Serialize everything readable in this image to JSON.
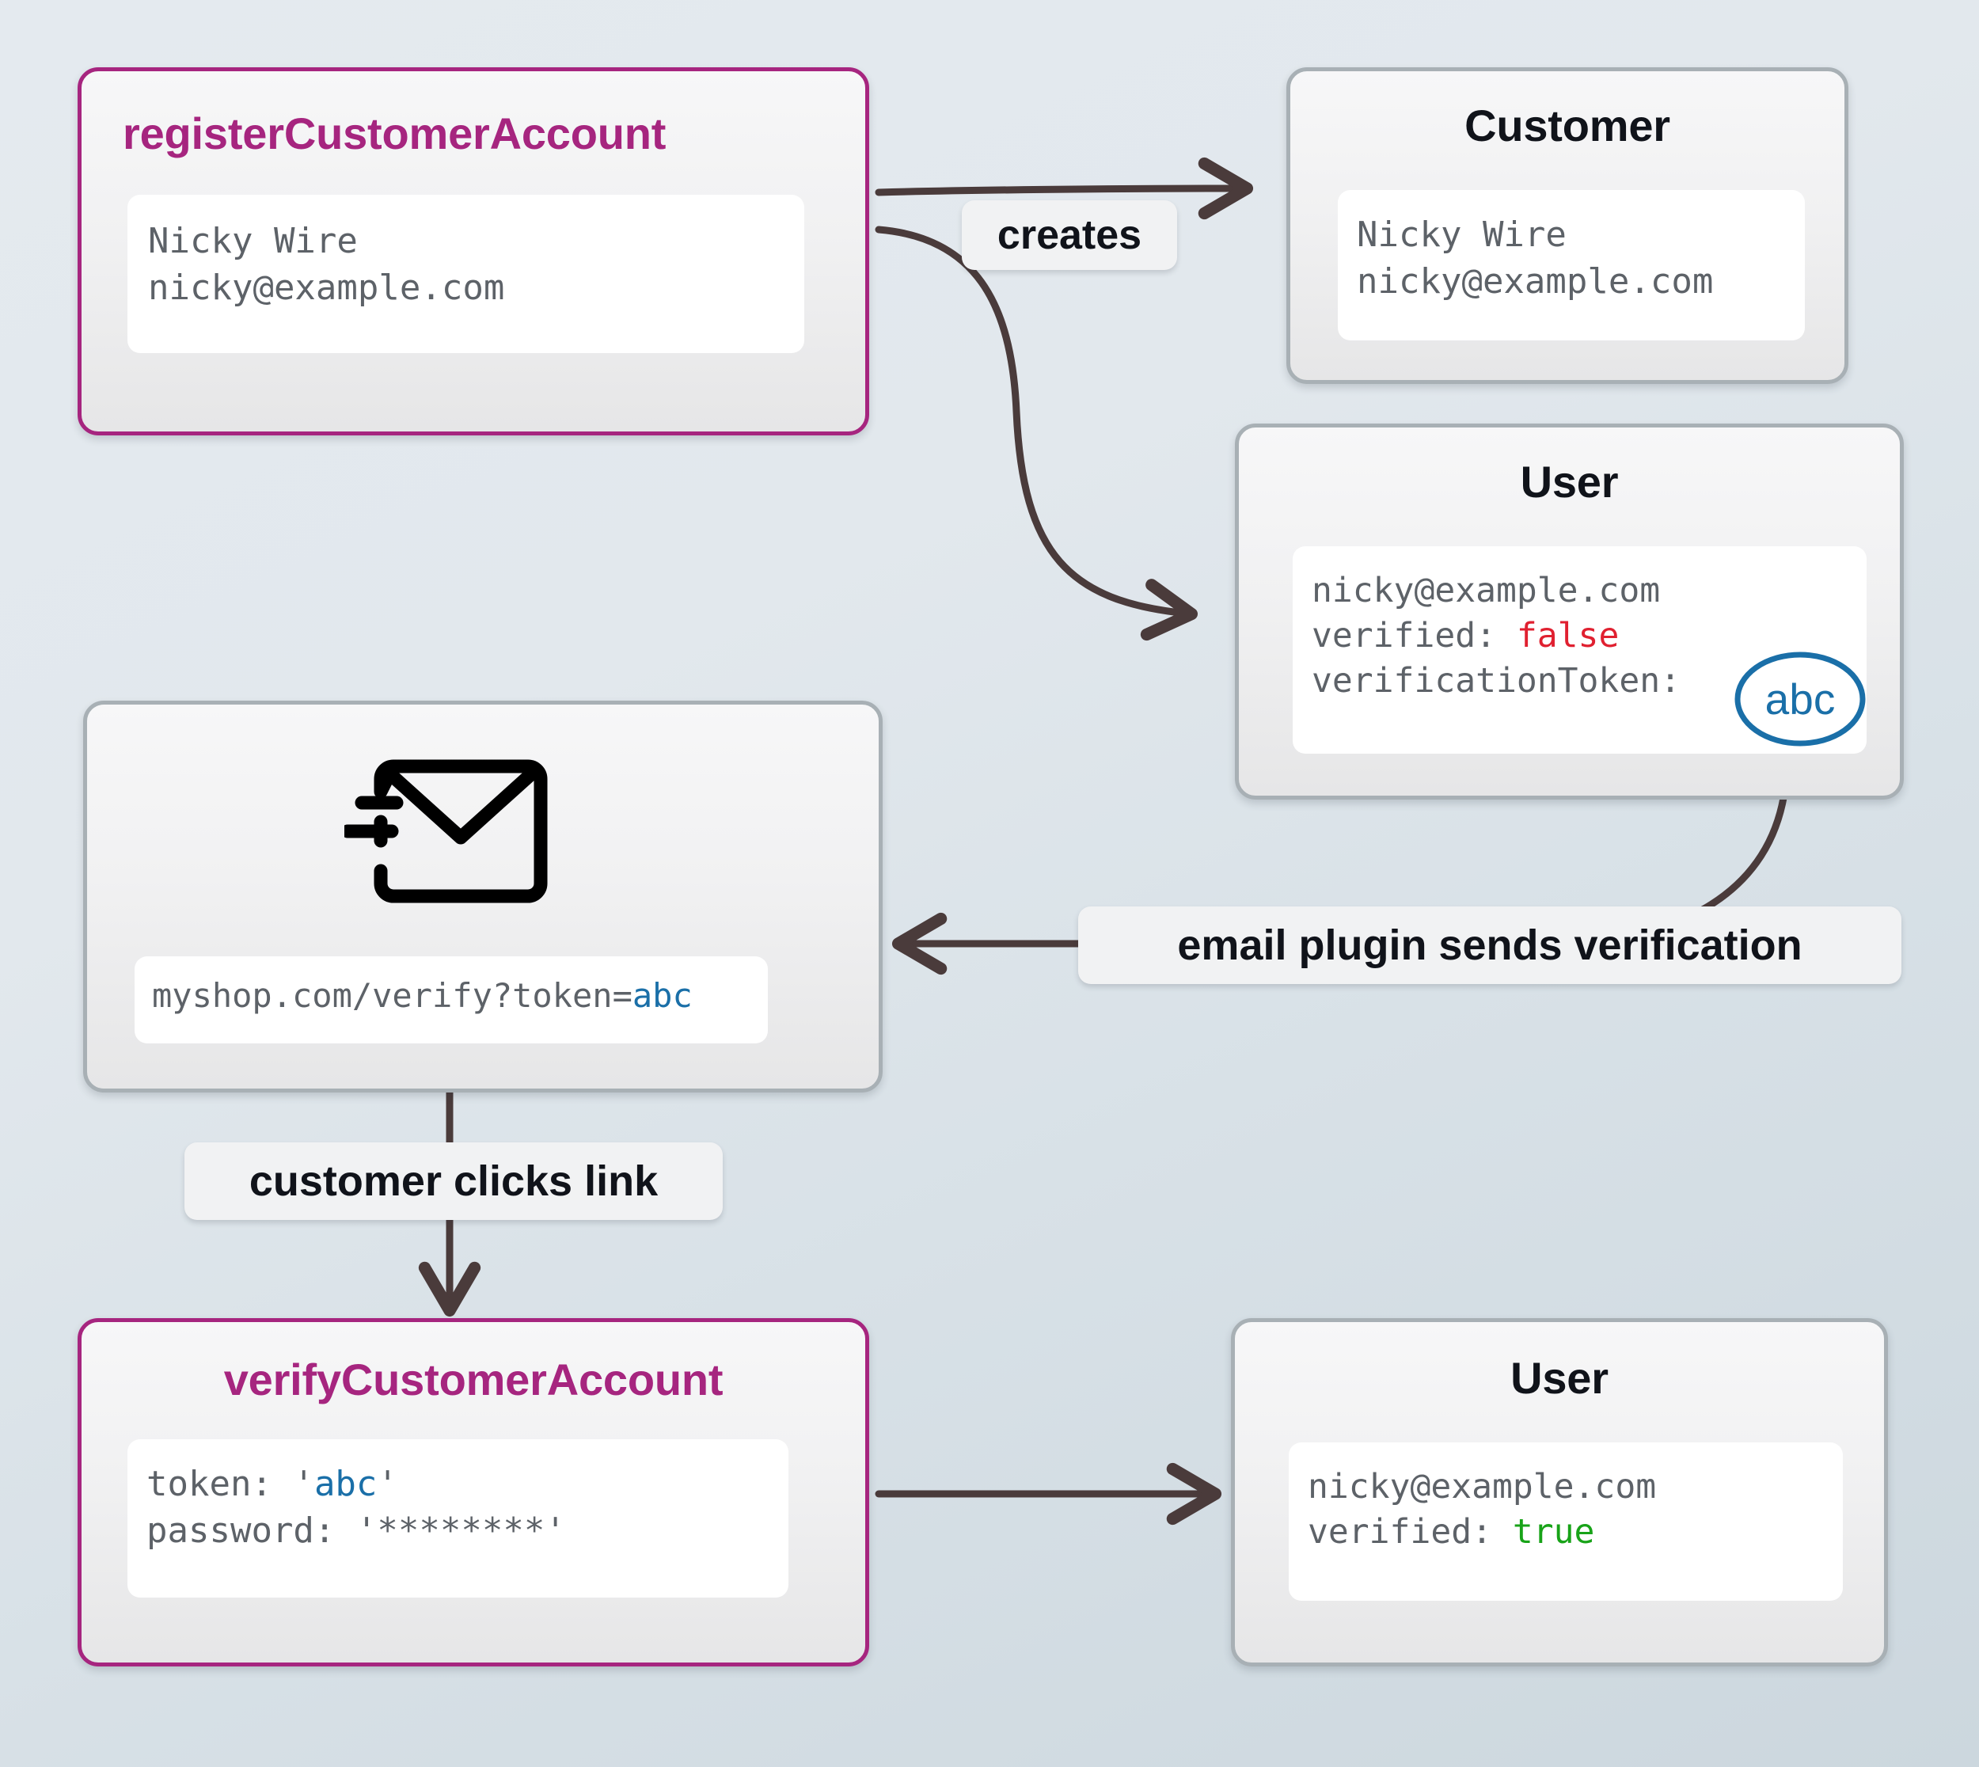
{
  "diagram": {
    "title": "customer account registration and email verification flow",
    "background": {
      "from": "#e4eaef",
      "to": "#ccd7de"
    },
    "colors": {
      "accent_plum": "#a6257f",
      "card_border_gray": "#a8b0b5",
      "edge": "#4a3b3b",
      "token_blue": "#1a6fa8",
      "false_red": "#e02030",
      "true_green": "#18a318",
      "mono_text": "#5d6268",
      "label_text": "#10131a"
    }
  },
  "nodes": {
    "register": {
      "title": "registerCustomerAccount",
      "fields": [
        "Nicky Wire",
        "nicky@example.com"
      ]
    },
    "customer": {
      "title": "Customer",
      "fields": [
        "Nicky Wire",
        "nicky@example.com"
      ]
    },
    "user_unverified": {
      "title": "User",
      "email": "nicky@example.com",
      "verified_key": "verified: ",
      "verified_value": "false",
      "token_key": "verificationToken:",
      "token_value": "abc"
    },
    "email": {
      "icon": "send-email-icon",
      "link_prefix": "myshop.com/verify?token=",
      "link_token": "abc"
    },
    "verify": {
      "title": "verifyCustomerAccount",
      "token_key": "token: ",
      "token_open_quote": "'",
      "token_value": "abc",
      "token_close_quote": "'",
      "password_key": "password: ",
      "password_value": "'********'"
    },
    "user_verified": {
      "title": "User",
      "email": "nicky@example.com",
      "verified_key": "verified: ",
      "verified_value": "true"
    }
  },
  "edges": [
    {
      "id": "creates",
      "label": "creates",
      "from": "register",
      "to": "customer"
    },
    {
      "id": "creates-user",
      "label": "creates",
      "from": "register",
      "to": "user_unverified"
    },
    {
      "id": "email-plugin",
      "label": "email plugin sends verification",
      "from": "user_unverified",
      "to": "email"
    },
    {
      "id": "customer-clicks",
      "label": "customer clicks link",
      "from": "email",
      "to": "verify"
    },
    {
      "id": "verify-updates",
      "label": "",
      "from": "verify",
      "to": "user_verified"
    }
  ]
}
